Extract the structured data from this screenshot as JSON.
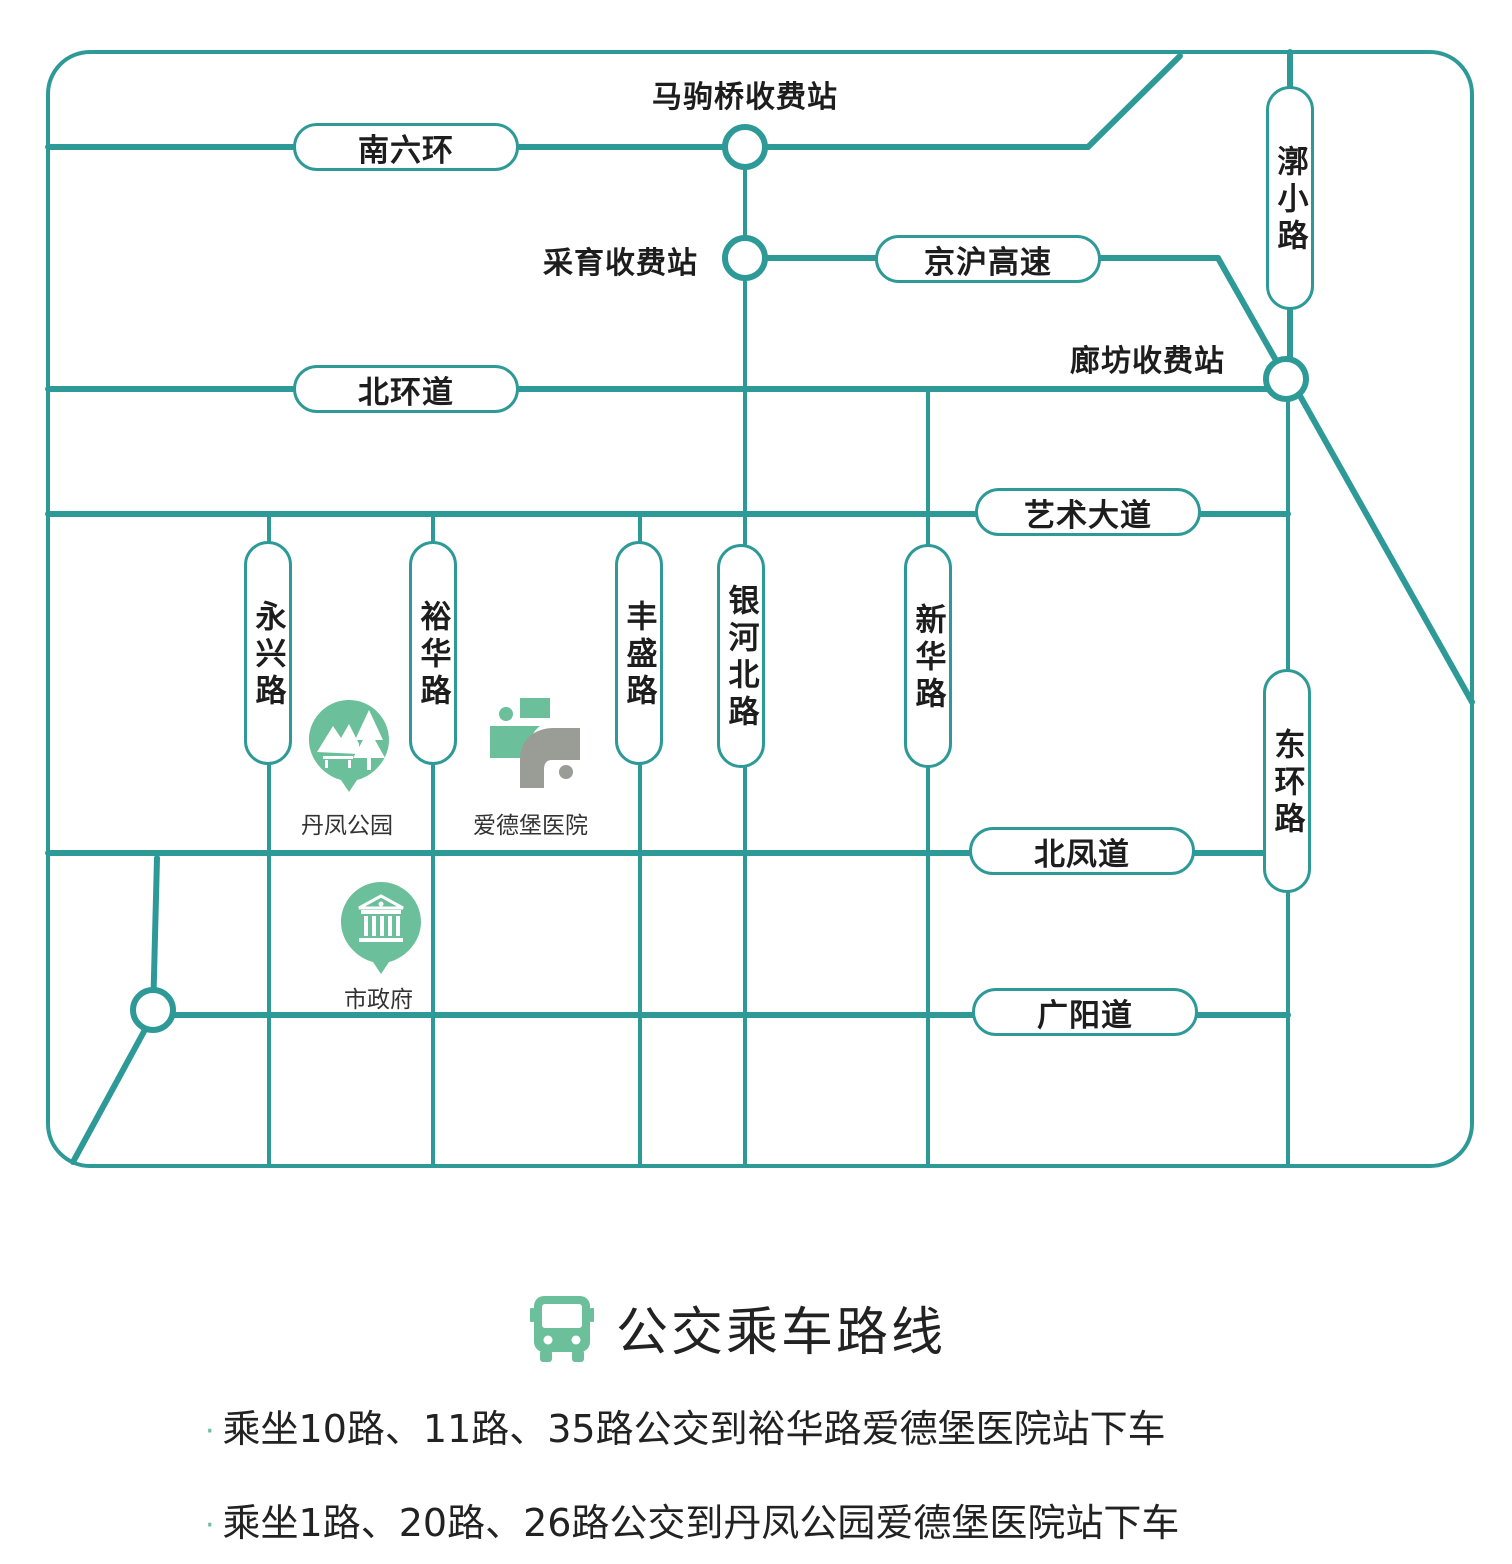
{
  "colors": {
    "road": "#2e9a97",
    "poi_green": "#6bbf9a",
    "poi_grey": "#9a9c96",
    "text": "#222222"
  },
  "map": {
    "horizontal_roads": {
      "nanliuhuan": "南六环",
      "jinghu": "京沪高速",
      "beihuandao": "北环道",
      "yishudadao": "艺术大道",
      "beifengdao": "北凤道",
      "guangyangdao": "广阳道"
    },
    "vertical_roads": {
      "liaoxiaolu": "漷小路",
      "yongxinglu": "永兴路",
      "yuhualu": "裕华路",
      "fengshenglu": "丰盛路",
      "yinhebeilu": "银河北路",
      "xinhualu": "新华路",
      "donghuanlu": "东环路"
    },
    "stations": {
      "majuqiao": "马驹桥收费站",
      "caiyu": "采育收费站",
      "langfang": "廊坊收费站"
    },
    "pois": {
      "park": {
        "label": "丹凤公园",
        "icon": "park-icon"
      },
      "hospital": {
        "label": "爱德堡医院",
        "icon": "hospital-logo-icon"
      },
      "government": {
        "label": "市政府",
        "icon": "government-icon"
      }
    }
  },
  "legend": {
    "icon": "bus-icon",
    "title": "公交乘车路线",
    "bullet": "·",
    "routes": [
      "乘坐10路、11路、35路公交到裕华路爱德堡医院站下车",
      "乘坐1路、20路、26路公交到丹凤公园爱德堡医院站下车"
    ]
  }
}
